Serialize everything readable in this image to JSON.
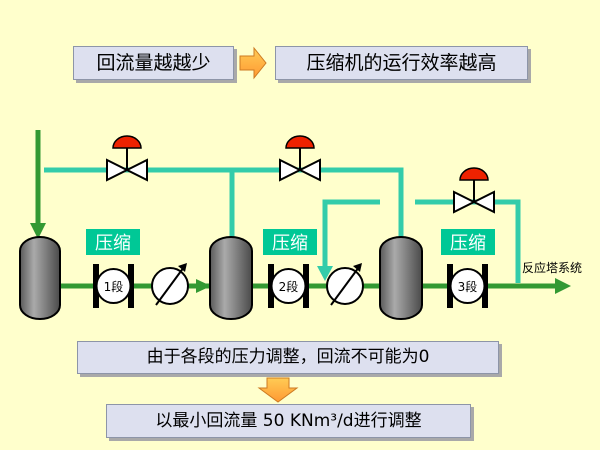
{
  "top_note": {
    "premise": "回流量越越少",
    "conclusion": "压缩机的运行效率越高"
  },
  "diagram": {
    "compress_label": "压缩",
    "stages": [
      "1段",
      "2段",
      "3段"
    ],
    "outlet_label": "反应塔系统"
  },
  "bottom_note": {
    "line1": "由于各段的压力调整，回流不可能为0",
    "line2": "以最小回流量 50 KNm³/d进行调整"
  },
  "colors": {
    "background": "#ffffcc",
    "main_line": "#339933",
    "recycle_line": "#33ccaa",
    "valve_actuator": "#ee2200",
    "vessel": "#888888",
    "label_box": "#00c896",
    "arrow": "#ffaa33"
  }
}
